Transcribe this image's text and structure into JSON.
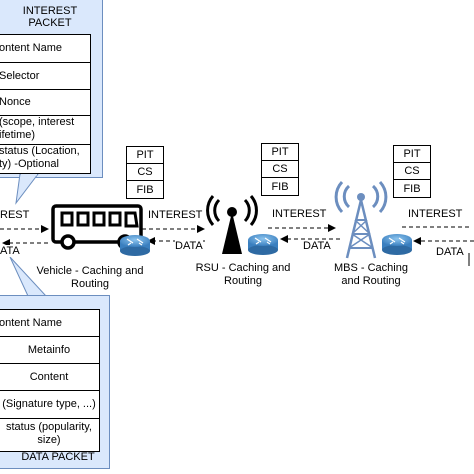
{
  "interest_packet": {
    "title": "INTEREST PACKET",
    "fields": [
      "ontent Name",
      "Selector",
      "Nonce",
      "(scope, interest",
      "ifetime)",
      "status (Location,",
      "ty) -Optional"
    ]
  },
  "data_packet": {
    "title": "DATA PACKET",
    "fields": [
      "ontent Name",
      "Metainfo",
      "Content",
      "(Signature type, ...)",
      "status (popularity,",
      "size)"
    ]
  },
  "tables": {
    "vehicle": [
      "PIT",
      "CS",
      "FIB"
    ],
    "rsu": [
      "PIT",
      "CS",
      "FIB"
    ],
    "mbs": [
      "PIT",
      "CS",
      "FIB"
    ]
  },
  "flows": {
    "interest": "INTEREST",
    "data": "DATA",
    "interest_partial": "REST",
    "data_partial": "ATA"
  },
  "nodes": {
    "vehicle": [
      "Vehicle - Caching and",
      "Routing"
    ],
    "rsu": [
      "RSU - Caching and",
      "Routing"
    ],
    "mbs": [
      "MBS - Caching",
      "and Routing"
    ]
  },
  "colors": {
    "callout_fill": "#dae8fc",
    "callout_border": "#6c8ebf",
    "router_blue": "#4a90c8",
    "mbs_tower": "#6c8ebf"
  }
}
